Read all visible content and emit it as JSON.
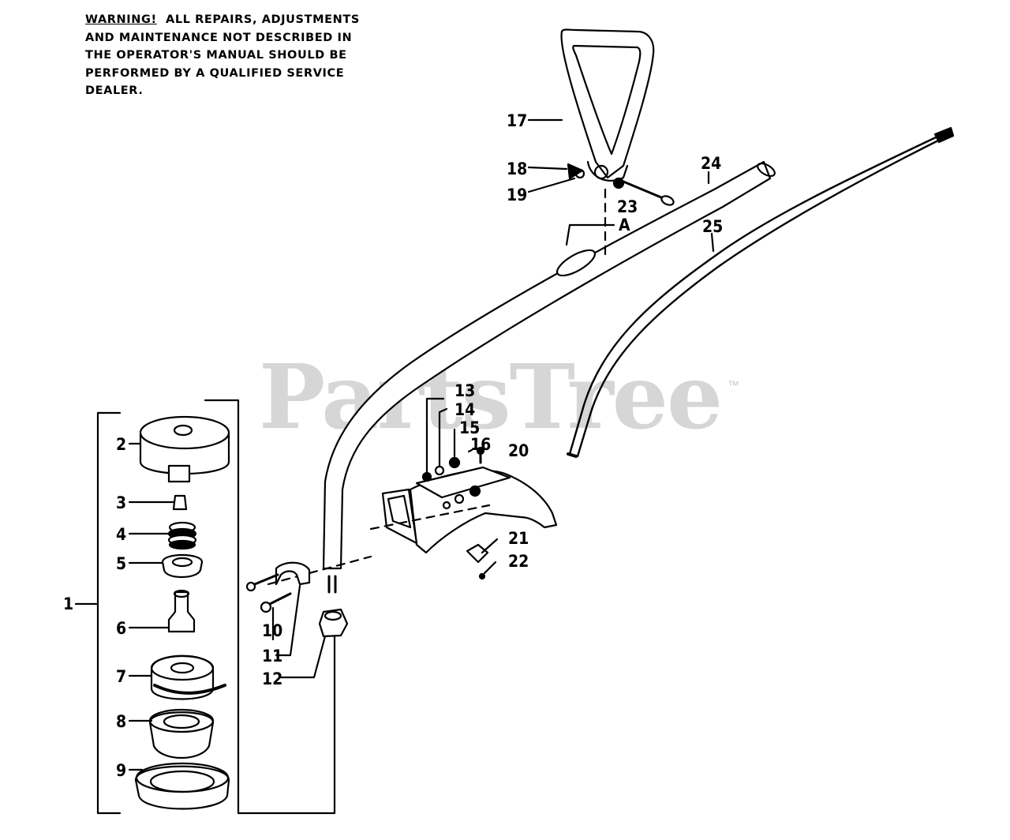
{
  "warning": {
    "lead": "WARNING!",
    "line1_rest": "ALL REPAIRS, ADJUSTMENTS",
    "line2": "AND MAINTENANCE NOT DESCRIBED IN",
    "line3": "THE OPERATOR'S MANUAL SHOULD BE",
    "line4": "PERFORMED BY A QUALIFIED SERVICE",
    "line5": "DEALER."
  },
  "watermark": {
    "text": "PartsTree",
    "trademark": "™"
  },
  "callouts": {
    "n1": "1",
    "n2": "2",
    "n3": "3",
    "n4": "4",
    "n5": "5",
    "n6": "6",
    "n7": "7",
    "n8": "8",
    "n9": "9",
    "n10": "10",
    "n11": "11",
    "n12": "12",
    "n13": "13",
    "n14": "14",
    "n15": "15",
    "n16": "16",
    "n17": "17",
    "n18": "18",
    "n19": "19",
    "n20": "20",
    "n21": "21",
    "n22": "22",
    "n23": "23",
    "n24": "24",
    "n25": "25",
    "A": "A"
  }
}
